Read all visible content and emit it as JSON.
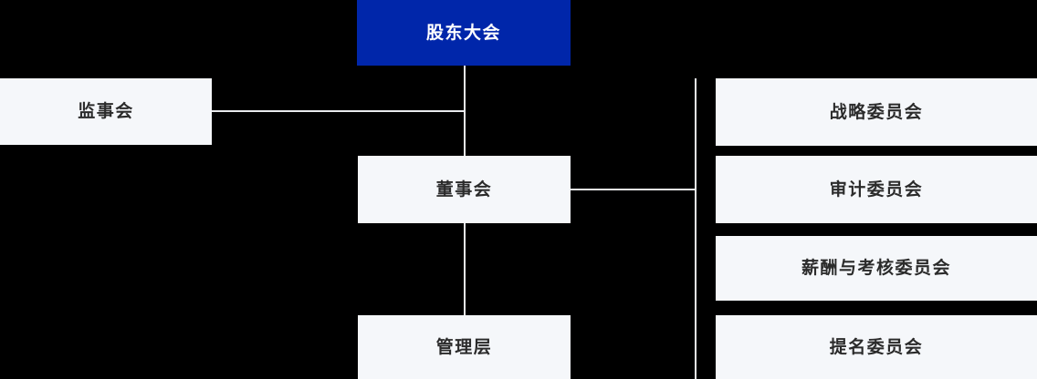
{
  "chart": {
    "type": "org-chart",
    "title": "",
    "colors": {
      "background": "#000000",
      "root_fill": "#0026aa",
      "root_text": "#ffffff",
      "node_fill": "#f5f7fa",
      "node_text": "#2b2b2b",
      "connector": "#e8eaed"
    },
    "nodes": {
      "shareholders_meeting": "股东大会",
      "board_of_supervisors": "监事会",
      "board_of_directors": "董事会",
      "management": "管理层"
    },
    "committees": [
      {
        "label": "战略委员会"
      },
      {
        "label": "审计委员会"
      },
      {
        "label": "薪酬与考核委员会"
      },
      {
        "label": "提名委员会"
      }
    ],
    "edges": [
      {
        "from": "股东大会",
        "to": "董事会"
      },
      {
        "from": "股东大会",
        "to": "监事会"
      },
      {
        "from": "董事会",
        "to": "管理层"
      },
      {
        "from": "董事会",
        "to": "战略委员会"
      },
      {
        "from": "董事会",
        "to": "审计委员会"
      },
      {
        "from": "董事会",
        "to": "薪酬与考核委员会"
      },
      {
        "from": "董事会",
        "to": "提名委员会"
      }
    ]
  }
}
